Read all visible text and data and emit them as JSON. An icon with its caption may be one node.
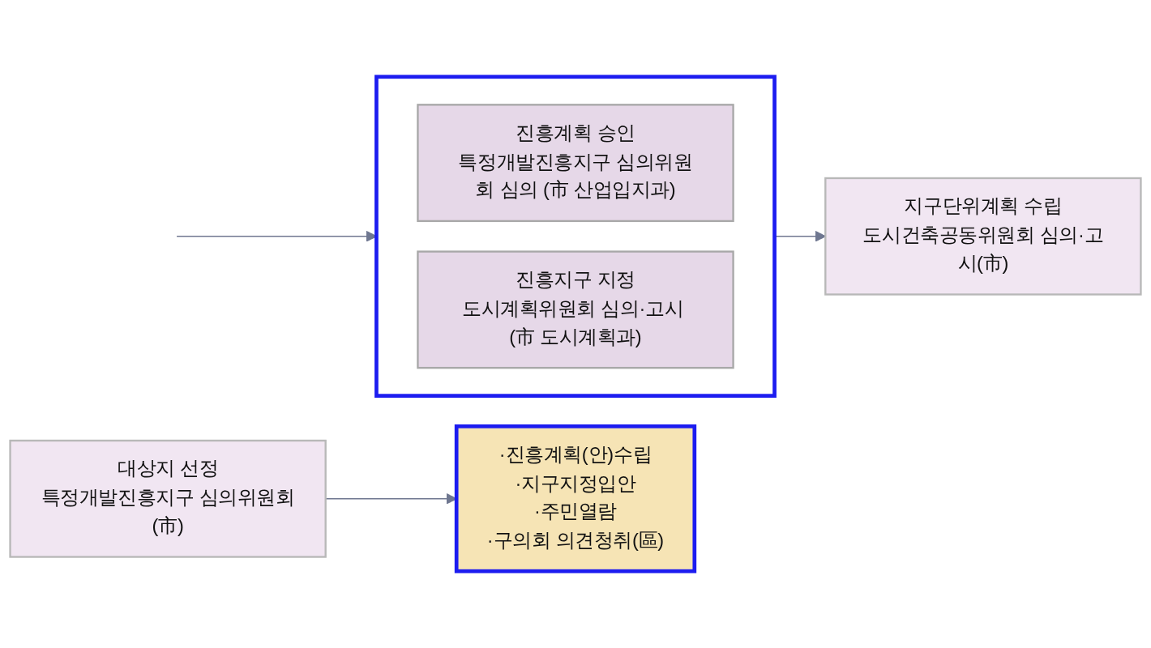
{
  "diagram": {
    "nodes": [
      {
        "text": [
          "대상지 선정",
          "특정개발진흥지구 심의위원회(市)"
        ]
      },
      {
        "text": [
          "·진흥계획(안)수립",
          "·지구지정입안",
          "·주민열람",
          "·구의회 의견청취(區)"
        ]
      },
      {
        "text": [],
        "shape": "box"
      },
      {
        "text": [
          "진흥계획 승인",
          "특정개발진흥지구 심의위원회 심의 (市 산업입지과)"
        ],
        "in": 2
      },
      {
        "text": [
          "진흥지구 지정",
          "도시계획위원회 심의·고시 (市 도시계획과)"
        ],
        "in": 2
      },
      {
        "text": [
          "지구단위계획 수립",
          "도시건축공동위원회 심의·고시(市)"
        ]
      }
    ],
    "edges": [
      {
        "from": 0,
        "to": 1,
        "arrow": "to"
      },
      {
        "from": null,
        "to": 2,
        "arrow": "to"
      },
      {
        "from": 2,
        "to": 5,
        "arrow": "to"
      }
    ]
  }
}
